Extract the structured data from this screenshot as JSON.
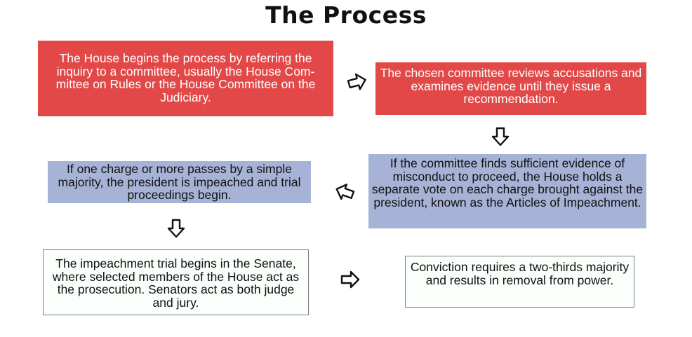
{
  "title": "The Process",
  "steps": [
    {
      "text": "The House begins the process by referring the inquiry to a committee, usually the House Com-mittee on Rules or the House Committee on the Judiciary."
    },
    {
      "text": "The chosen committee reviews accusations and examines evidence until they issue a recommendation."
    },
    {
      "text": "If the committee finds sufficient evidence of misconduct to proceed, the House holds a separate vote on each charge brought against the president, known as the Articles of Impeachment."
    },
    {
      "text": "If one charge or more passes by a simple majority, the president is impeached and trial proceedings begin."
    },
    {
      "text": "The impeachment trial begins in the Senate, where selected members of the House act as the prosecution. Senators act as both judge and jury."
    },
    {
      "text": "Conviction requires a two-thirds majority and results in removal from power."
    }
  ],
  "colors": {
    "red_box": "#e24848",
    "blue_box": "#a7b3d6",
    "plain_box_border": "#7d7d7d"
  },
  "icons": {
    "arrow": "outlined-arrow-icon"
  }
}
